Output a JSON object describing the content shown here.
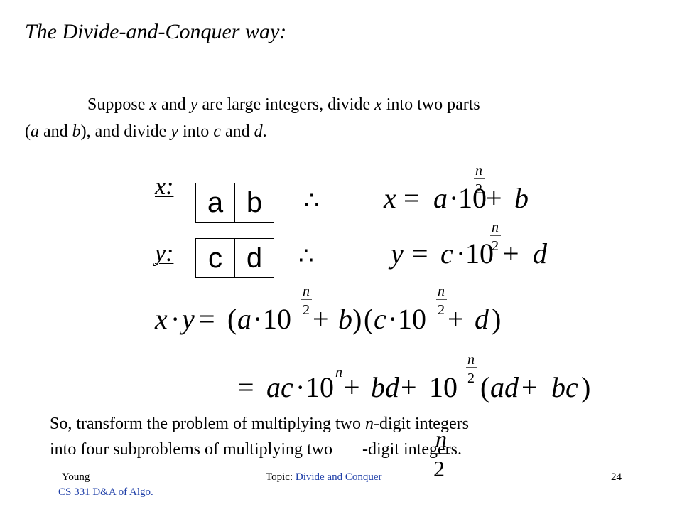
{
  "slide": {
    "title": "The Divide-and-Conquer way:",
    "intro": {
      "line1_parts": [
        "Suppose ",
        "x",
        " and ",
        "y",
        "  are large integers, divide ",
        "x",
        " into two parts"
      ],
      "line2_parts": [
        "(",
        "a",
        " and ",
        "b",
        "), and divide ",
        "y",
        " into ",
        "c",
        " and ",
        "d",
        "."
      ]
    },
    "x_label": "x:",
    "y_label": "y:",
    "x_cells": [
      "a",
      "b"
    ],
    "y_cells": [
      "c",
      "d"
    ],
    "therefore_symbol": "∴",
    "conclusion": {
      "line1_a": "So, transform the problem of multiplying two ",
      "line1_n": "n",
      "line1_b": "-digit integers",
      "line2_a": "into four subproblems of multiplying two",
      "line2_b": "-digit integers."
    }
  },
  "equations": {
    "eq_x": {
      "lhs": "x",
      "eq": " = ",
      "a": "a",
      "dot": "·",
      "ten": "10",
      "exp_num": "n",
      "exp_den": "2",
      "plus": " + ",
      "b": "b"
    },
    "eq_y": {
      "lhs": "y",
      "eq": " = ",
      "c": "c",
      "dot": "·",
      "ten": "10",
      "exp_num": "n",
      "exp_den": "2",
      "plus": " + ",
      "d": "d"
    },
    "eq_xy": {
      "x": "x",
      "dot": "·",
      "y": "y",
      "eq": " = ",
      "open1": "(",
      "a": "a",
      "ten": "10",
      "exp_num": "n",
      "exp_den": "2",
      "plus1": " + ",
      "b": "b",
      "close1": ")",
      "open2": "(",
      "c": "c",
      "plus2": " + ",
      "d": "d",
      "close2": ")"
    },
    "eq_result": {
      "eq": "= ",
      "ac": "ac",
      "dot": "·",
      "ten": "10",
      "n": "n",
      "plus1": " + ",
      "bd": "bd",
      "plus2": " + ",
      "ten2": "10",
      "exp_num": "n",
      "exp_den": "2",
      "open": "(",
      "ad": "ad",
      "plus3": " + ",
      "bc": "bc",
      "close": ")"
    },
    "frac": {
      "num": "n",
      "den": "2"
    }
  },
  "footer": {
    "author": "Young",
    "course": "CS 331 D&A of  Algo.",
    "topic_label": "Topic: ",
    "topic": "Divide and Conquer",
    "page": "24",
    "link_color": "#1f3fa8"
  }
}
